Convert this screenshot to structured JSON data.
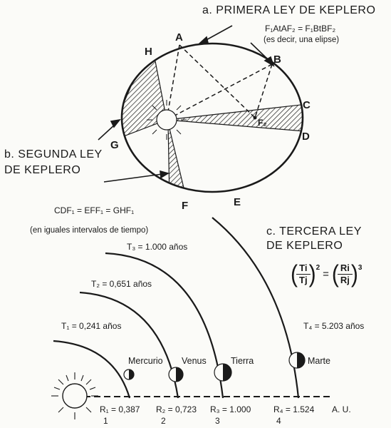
{
  "first_law": {
    "title": "a. PRIMERA LEY DE KEPLERO",
    "eq_left": "F₁AtAF₂",
    "eq_eq": "=",
    "eq_right": "F₁BtBF₂",
    "note": "(es decir, una elipse)"
  },
  "second_law": {
    "title_line1": "b. SEGUNDA LEY",
    "title_line2": "DE KEPLERO",
    "eq": "CDF₁ = EFF₁ = GHF₁",
    "note": "(en iguales intervalos de tiempo)"
  },
  "third_law": {
    "title_line1": "c. TERCERA LEY",
    "title_line2": "DE KEPLERO",
    "formula": {
      "a_num": "Ti",
      "a_den": "Tj",
      "a_pow": "2",
      "b_num": "Ri",
      "b_den": "Rj",
      "b_pow": "3",
      "eq": "="
    }
  },
  "orbit_points": {
    "A": "A",
    "B": "B",
    "C": "C",
    "D": "D",
    "E": "E",
    "F": "F",
    "G": "G",
    "H": "H",
    "F2": "F₂"
  },
  "planets": [
    {
      "name": "Mercurio",
      "period": "T₁ = 0,241 años",
      "radius": "R₁ = 0,387",
      "index": "1"
    },
    {
      "name": "Venus",
      "period": "T₂ = 0,651 años",
      "radius": "R₂ = 0,723",
      "index": "2"
    },
    {
      "name": "Tierra",
      "period": "T₃ = 1.000 años",
      "radius": "R₃ = 1.000",
      "index": "3"
    },
    {
      "name": "Marte",
      "period": "T₄ = 5.203 años",
      "radius": "R₄ = 1.524",
      "index": "4"
    }
  ],
  "units": "A. U."
}
